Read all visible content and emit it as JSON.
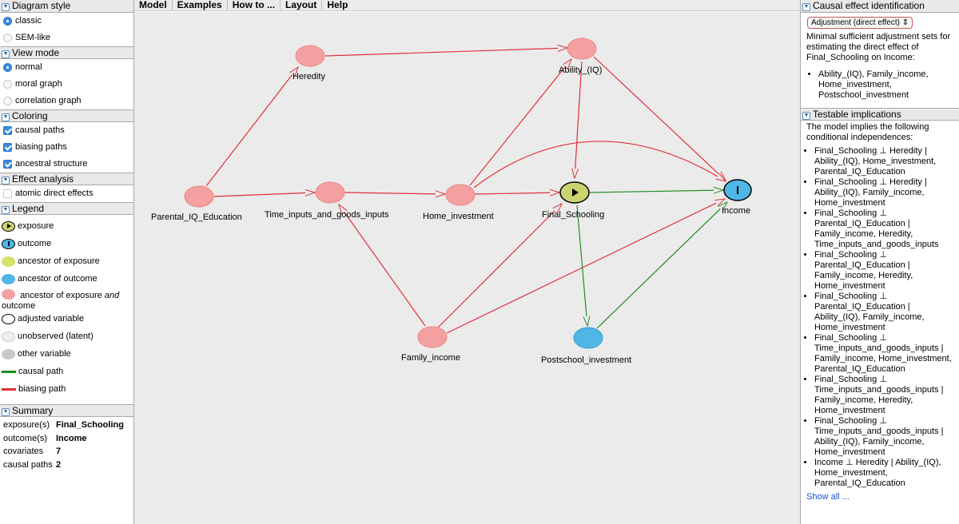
{
  "left": {
    "diagram_style": {
      "title": "Diagram style",
      "options": [
        {
          "label": "classic",
          "selected": true
        },
        {
          "label": "SEM-like",
          "selected": false
        }
      ]
    },
    "view_mode": {
      "title": "View mode",
      "options": [
        {
          "label": "normal",
          "selected": true
        },
        {
          "label": "moral graph",
          "selected": false
        },
        {
          "label": "correlation graph",
          "selected": false
        }
      ]
    },
    "coloring": {
      "title": "Coloring",
      "options": [
        {
          "label": "causal paths",
          "checked": true
        },
        {
          "label": "biasing paths",
          "checked": true
        },
        {
          "label": "ancestral structure",
          "checked": true
        }
      ]
    },
    "effect_analysis": {
      "title": "Effect analysis",
      "options": [
        {
          "label": "atomic direct effects",
          "checked": false
        }
      ]
    },
    "legend": {
      "title": "Legend",
      "items": {
        "exposure": "exposure",
        "outcome": "outcome",
        "anc_exposure": "ancestor of exposure",
        "anc_outcome": "ancestor of outcome",
        "anc_both_1": "ancestor of exposure",
        "anc_both_and": "and",
        "anc_both_2": "outcome",
        "adjusted": "adjusted variable",
        "unobserved": "unobserved (latent)",
        "other": "other variable",
        "causal_path": "causal path",
        "biasing_path": "biasing path"
      }
    },
    "summary": {
      "title": "Summary",
      "rows": [
        {
          "key": "exposure(s)",
          "value": "Final_Schooling"
        },
        {
          "key": "outcome(s)",
          "value": "Income"
        },
        {
          "key": "covariates",
          "value": "7"
        },
        {
          "key": "causal paths",
          "value": "2"
        }
      ]
    }
  },
  "menu": [
    "Model",
    "Examples",
    "How to ...",
    "Layout",
    "Help"
  ],
  "graph": {
    "colors": {
      "bias_edge": "#e0303a",
      "causal_edge": "#228b22",
      "anc_both": "#f4a0a0",
      "exposure": "#c9d46e",
      "outcome": "#4fb6e6"
    },
    "nodes": {
      "heredity": "Heredity",
      "ability": "Ability_(IQ)",
      "parental": "Parental_IQ_Education",
      "time_inputs": "Time_inputs_and_goods_inputs",
      "home": "Home_investment",
      "final_schooling": "Final_Schooling",
      "income": "Income",
      "family": "Family_income",
      "postschool": "Postschool_investment"
    }
  },
  "right": {
    "causal_title": "Causal effect identification",
    "select_value": "Adjustment (direct effect)",
    "intro": "Minimal sufficient adjustment sets for estimating the direct effect of Final_Schooling on Income:",
    "sets": [
      "Ability_(IQ), Family_income, Home_investment, Postschool_investment"
    ],
    "testable_title": "Testable implications",
    "testable_intro": "The model implies the following conditional independences:",
    "implications": [
      "Final_Schooling ⊥ Heredity | Ability_(IQ), Home_investment, Parental_IQ_Education",
      "Final_Schooling ⊥ Heredity | Ability_(IQ), Family_income, Home_investment",
      "Final_Schooling ⊥ Parental_IQ_Education | Family_income, Heredity, Time_inputs_and_goods_inputs",
      "Final_Schooling ⊥ Parental_IQ_Education | Family_income, Heredity, Home_investment",
      "Final_Schooling ⊥ Parental_IQ_Education | Ability_(IQ), Family_income, Home_investment",
      "Final_Schooling ⊥ Time_inputs_and_goods_inputs | Family_income, Home_investment, Parental_IQ_Education",
      "Final_Schooling ⊥ Time_inputs_and_goods_inputs | Family_income, Heredity, Home_investment",
      "Final_Schooling ⊥ Time_inputs_and_goods_inputs | Ability_(IQ), Family_income, Home_investment",
      "Income ⊥ Heredity | Ability_(IQ), Home_investment, Parental_IQ_Education"
    ],
    "show_all": "Show all ..."
  }
}
